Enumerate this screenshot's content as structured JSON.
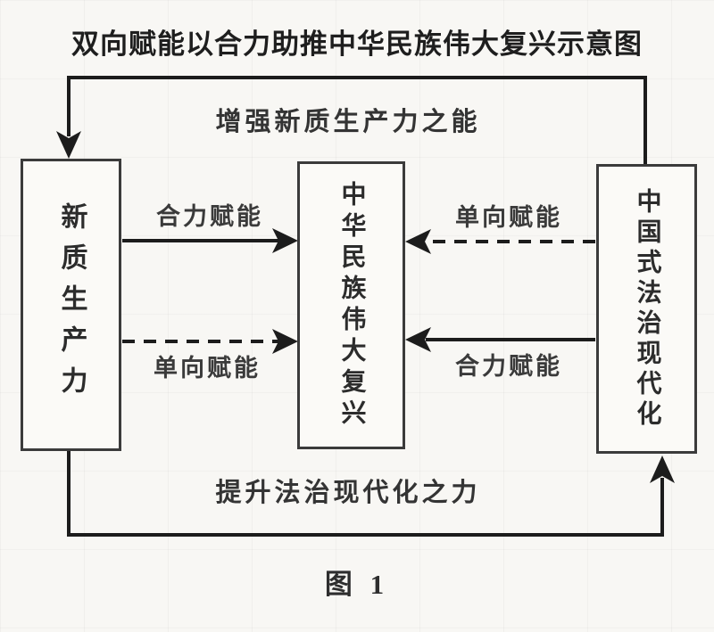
{
  "title": "双向赋能以合力助推中华民族伟大复兴示意图",
  "figure_caption": "图 1",
  "boxes": {
    "left": {
      "label": "新质生产力"
    },
    "center": {
      "label": "中华民族伟大复兴"
    },
    "right": {
      "label": "中国式法治现代化"
    }
  },
  "labels": {
    "top_loop": "增强新质生产力之能",
    "bottom_loop": "提升法治现代化之力",
    "left_solid": "合力赋能",
    "left_dashed": "单向赋能",
    "right_dashed": "单向赋能",
    "right_solid": "合力赋能"
  },
  "edges": [
    {
      "from": "中国式法治现代化",
      "to": "新质生产力",
      "style": "solid-loop-top",
      "label": "增强新质生产力之能"
    },
    {
      "from": "新质生产力",
      "to": "中国式法治现代化",
      "style": "solid-loop-bottom",
      "label": "提升法治现代化之力"
    },
    {
      "from": "新质生产力",
      "to": "中华民族伟大复兴",
      "style": "solid",
      "label": "合力赋能"
    },
    {
      "from": "新质生产力",
      "to": "中华民族伟大复兴",
      "style": "dashed",
      "label": "单向赋能"
    },
    {
      "from": "中国式法治现代化",
      "to": "中华民族伟大复兴",
      "style": "dashed",
      "label": "单向赋能"
    },
    {
      "from": "中国式法治现代化",
      "to": "中华民族伟大复兴",
      "style": "solid",
      "label": "合力赋能"
    }
  ],
  "colors": {
    "line": "#1c1c1c",
    "text": "#262626",
    "box_border": "#3b3b3b",
    "background": "#f8f7f4"
  }
}
